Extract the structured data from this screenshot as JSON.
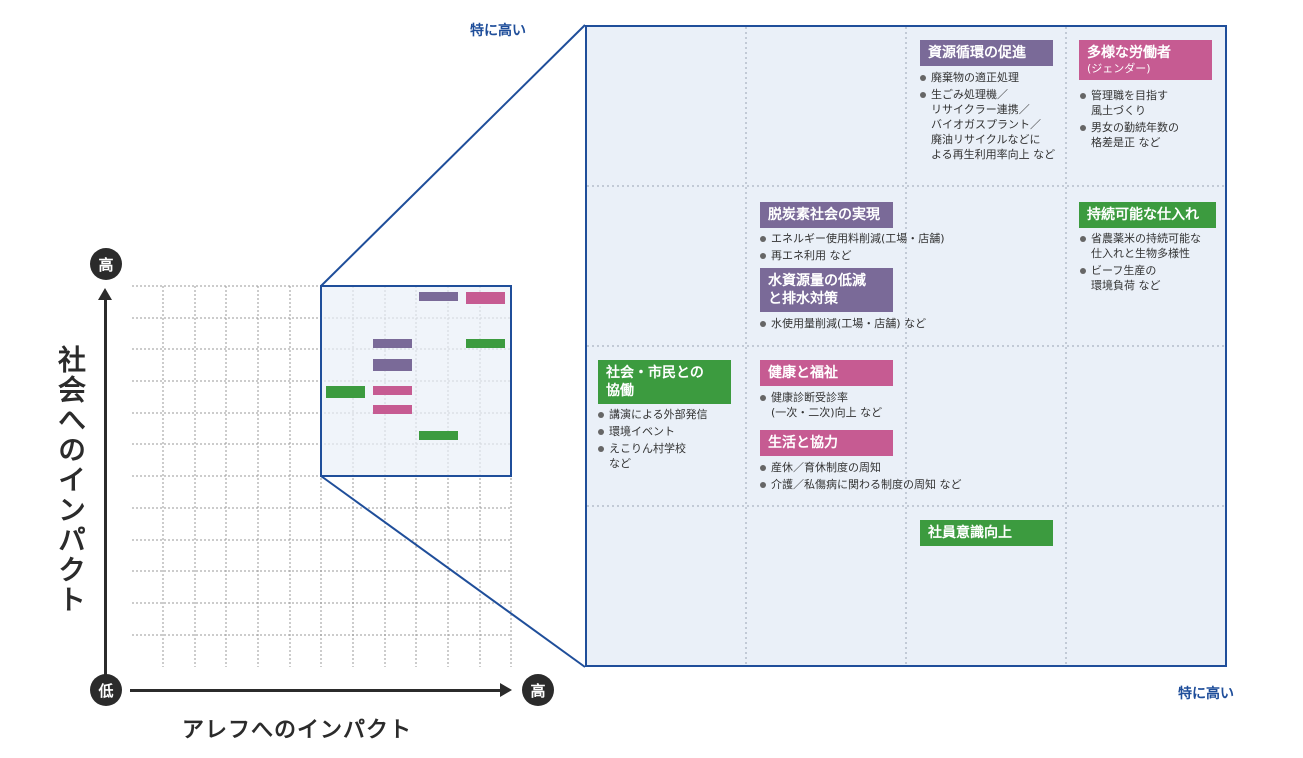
{
  "axes": {
    "y_high": "高",
    "origin_low": "低",
    "x_high": "高",
    "y_label": "社会へのインパクト",
    "x_label": "アレフへのインパクト",
    "zoom_top": "特に高い",
    "zoom_right": "特に高い"
  },
  "colors": {
    "purple": "#7a6a98",
    "pink": "#c65b92",
    "green": "#3c9b3f",
    "frame": "#1f4e9a",
    "panel": "#eaf0f8"
  },
  "cells": {
    "resource": {
      "title": "資源循環の促進",
      "items": [
        "廃棄物の適正処理",
        "生ごみ処理機／\nリサイクラー連携／\nバイオガスプラント／\n廃油リサイクルなどに\nよる再生利用率向上 など"
      ]
    },
    "workers": {
      "title": "多様な労働者",
      "subtitle": "(ジェンダー)",
      "items": [
        "管理職を目指す\n風土づくり",
        "男女の勤続年数の\n格差是正 など"
      ]
    },
    "decarbon": {
      "title": "脱炭素社会の実現",
      "items": [
        "エネルギー使用料削減(工場・店舗)",
        "再エネ利用 など"
      ]
    },
    "water": {
      "title": "水資源量の低減\nと排水対策",
      "items": [
        "水使用量削減(工場・店舗) など"
      ]
    },
    "sourcing": {
      "title": "持続可能な仕入れ",
      "items": [
        "省農薬米の持続可能な\n仕入れと生物多様性",
        "ビーフ生産の\n環境負荷 など"
      ]
    },
    "society": {
      "title": "社会・市民との\n協働",
      "items": [
        "講演による外部発信",
        "環境イベント",
        "えこりん村学校\nなど"
      ]
    },
    "health": {
      "title": "健康と福祉",
      "items": [
        "健康診断受診率\n(一次・二次)向上 など"
      ]
    },
    "life": {
      "title": "生活と協力",
      "items": [
        "産休／育休制度の周知",
        "介護／私傷病に関わる制度の周知 など"
      ]
    },
    "awareness": {
      "title": "社員意識向上"
    }
  }
}
